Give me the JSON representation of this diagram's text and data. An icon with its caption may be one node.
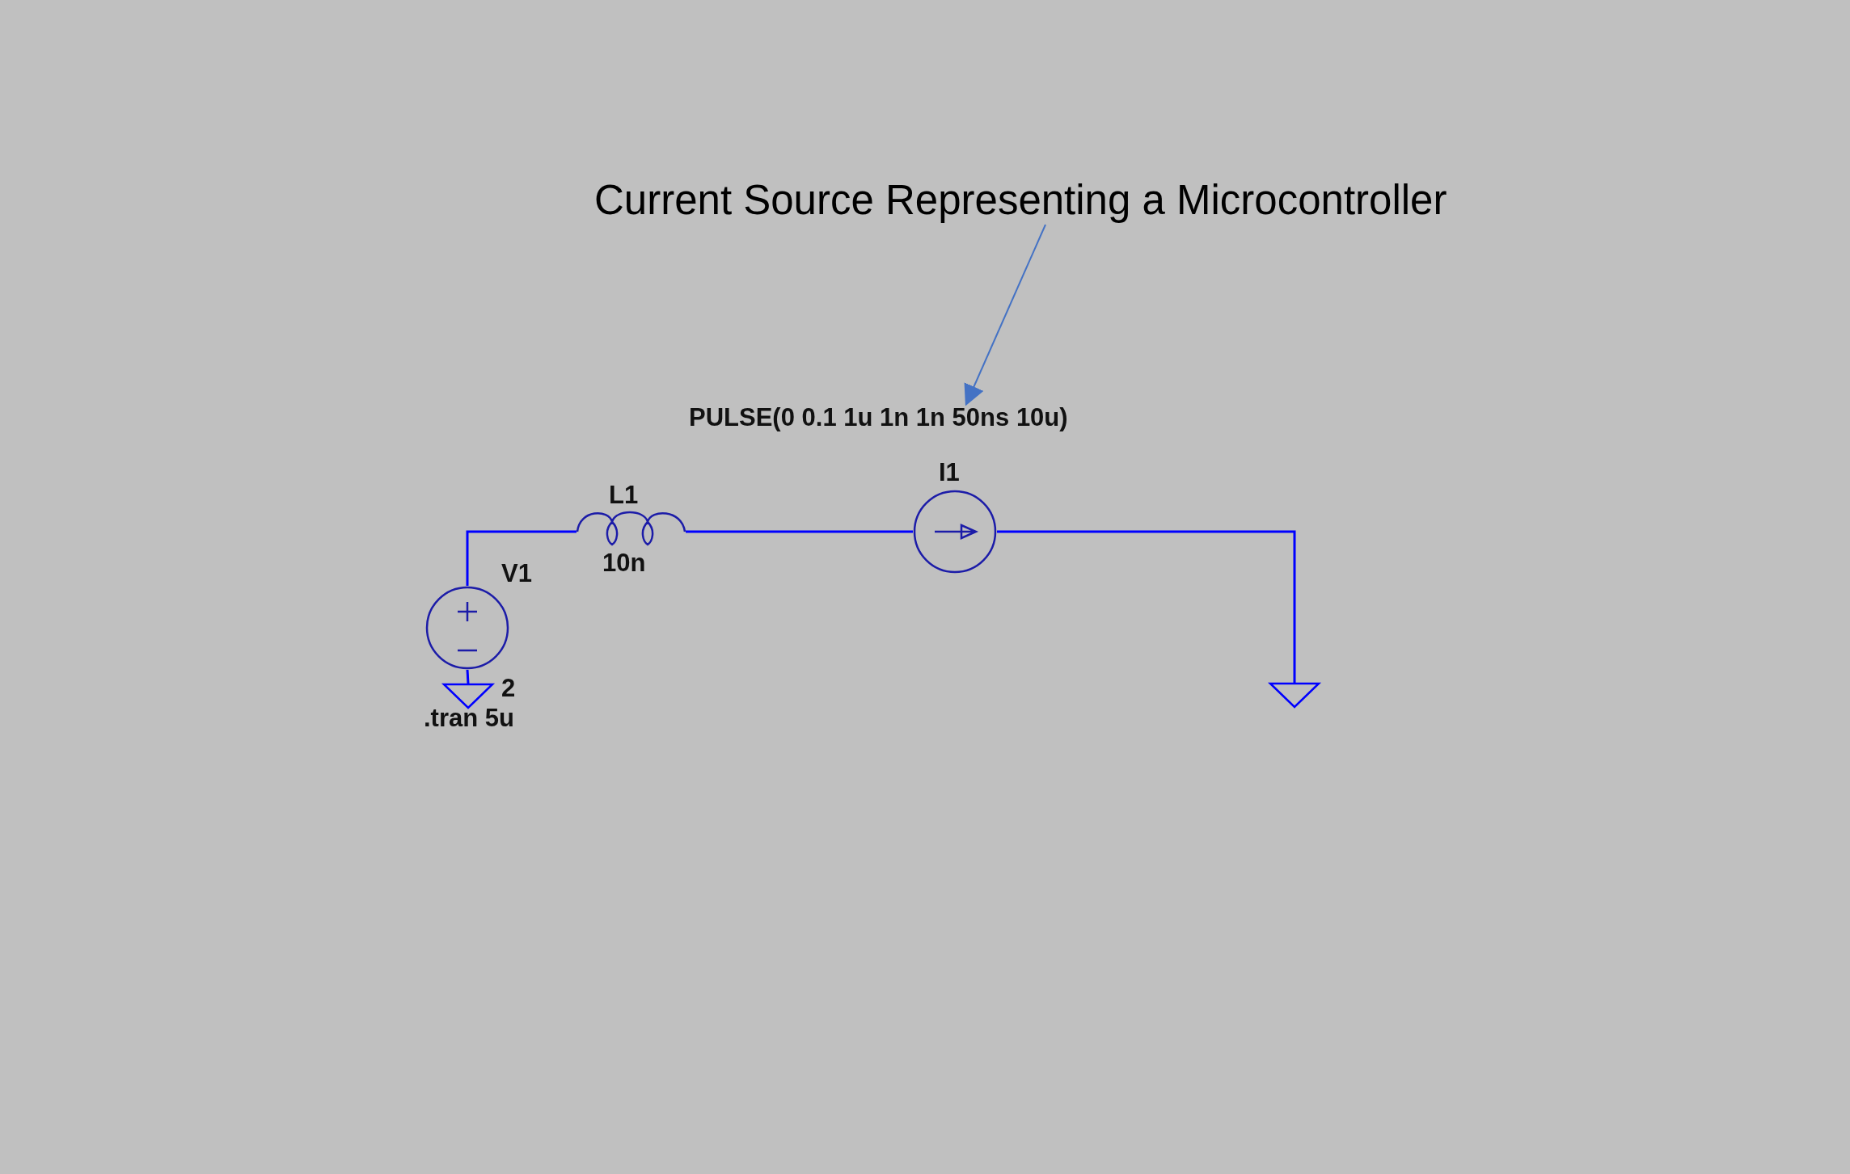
{
  "diagram": {
    "nodes": [
      {
        "text": [
          "Current Source Representing a Microcontroller"
        ]
      },
      {
        "text": [
          "PULSE(0 0.1 1u 1n 1n 50ns 10u)"
        ]
      },
      {
        "text": [
          "V1"
        ],
        "beside": [
          "2"
        ]
      },
      {
        "text": [
          "L1",
          "10n"
        ]
      },
      {
        "text": [
          "I1"
        ]
      },
      {
        "text": [],
        "shape": "triangle"
      },
      {
        "text": [],
        "shape": "triangle"
      }
    ],
    "edges": [
      {
        "from": 0,
        "to": 1,
        "arrow": "to",
        "color": "#4472c4"
      },
      {
        "from": 2,
        "to": 3,
        "arrow": "none"
      },
      {
        "from": 3,
        "to": 4,
        "arrow": "none"
      },
      {
        "from": 4,
        "to": 6,
        "arrow": "none"
      },
      {
        "from": 2,
        "to": 5,
        "arrow": "none"
      }
    ],
    "labels": [
      ".tran 5u"
    ]
  }
}
